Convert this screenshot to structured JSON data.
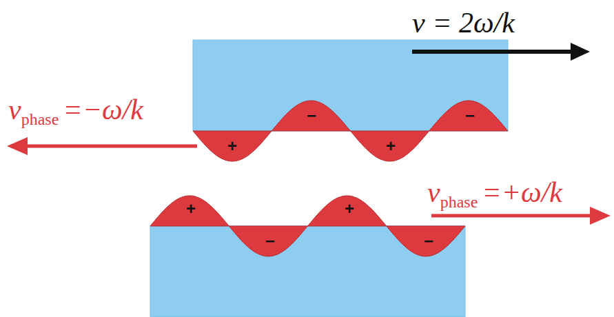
{
  "diagram": {
    "labels": [
      "v = 2ω/k",
      "v",
      "phase",
      "=−ω/k",
      "v",
      "phase",
      "=+ω/k",
      "+",
      "−",
      "+",
      "−",
      "+",
      "−",
      "+",
      "−"
    ]
  }
}
